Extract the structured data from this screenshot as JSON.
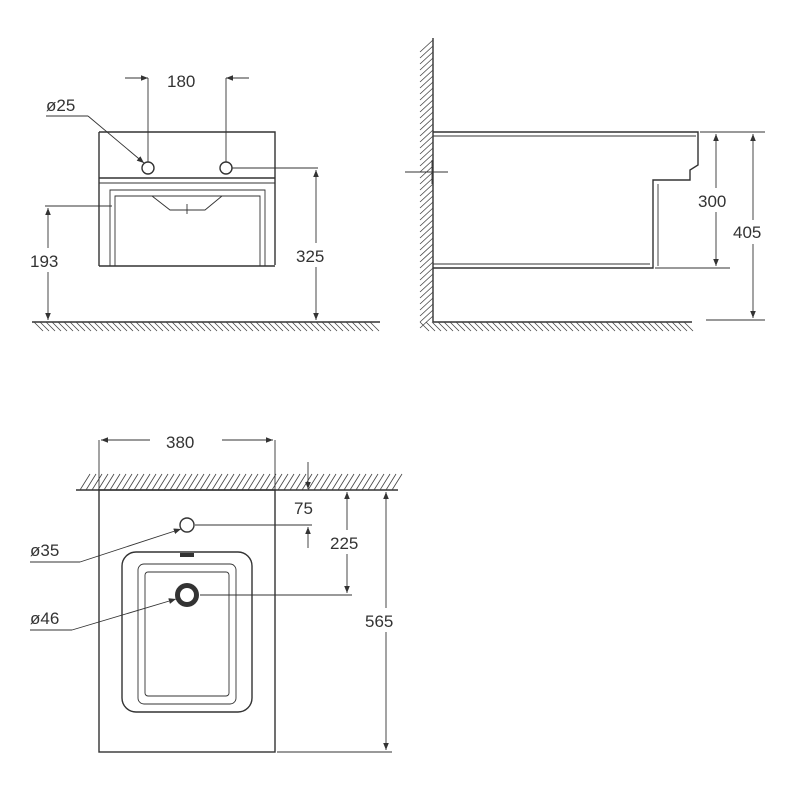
{
  "front_view": {
    "hole_spacing": "180",
    "hole_diameter": "ø25",
    "height_lower": "193",
    "height_total": "325"
  },
  "side_view": {
    "bowl_height": "300",
    "overall_height": "405"
  },
  "top_view": {
    "width": "380",
    "dia_tap_hole": "ø35",
    "dia_drain": "ø46",
    "offset_tap_hole": "75",
    "offset_drain": "225",
    "depth": "565"
  }
}
